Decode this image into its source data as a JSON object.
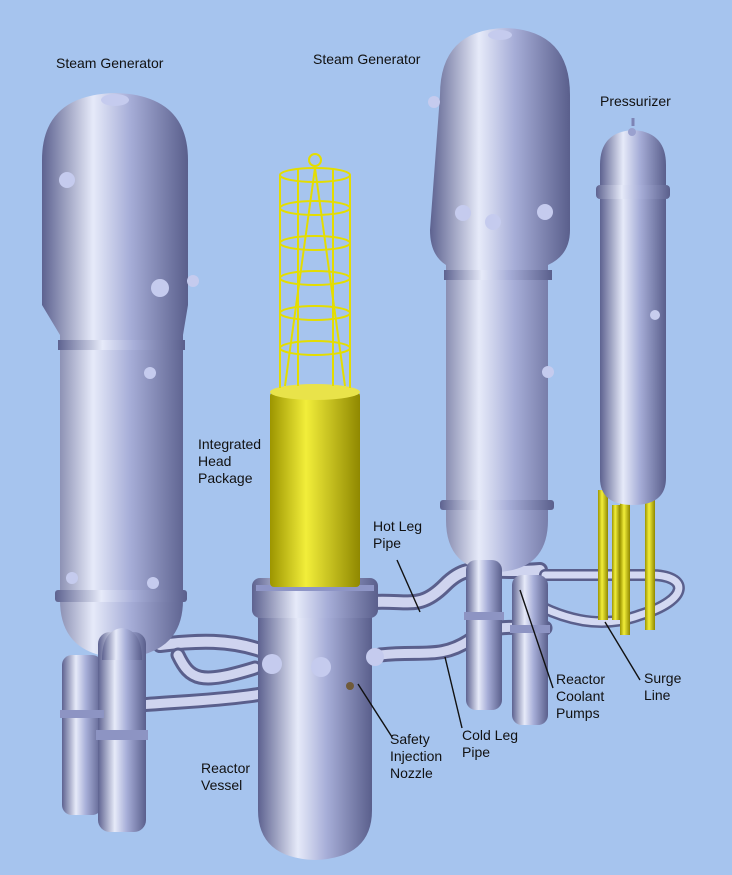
{
  "labels": {
    "steam_generator_left": "Steam Generator",
    "steam_generator_right": "Steam Generator",
    "pressurizer": "Pressurizer",
    "integrated_head_package": [
      "Integrated",
      "Head",
      "Package"
    ],
    "hot_leg_pipe": [
      "Hot Leg",
      "Pipe"
    ],
    "reactor_coolant_pumps": [
      "Reactor",
      "Coolant",
      "Pumps"
    ],
    "surge_line": [
      "Surge",
      "Line"
    ],
    "safety_injection_nozzle": [
      "Safety",
      "Injection",
      "Nozzle"
    ],
    "cold_leg_pipe": [
      "Cold Leg",
      "Pipe"
    ],
    "reactor_vessel": [
      "Reactor",
      "Vessel"
    ]
  },
  "colors": {
    "background": "#a6c4ee",
    "metal_light": "#e4e8f8",
    "metal_mid": "#a4abd6",
    "metal_dark": "#5e6392",
    "head_package_yellow": "#e2dc10",
    "leader_line": "#111111"
  }
}
